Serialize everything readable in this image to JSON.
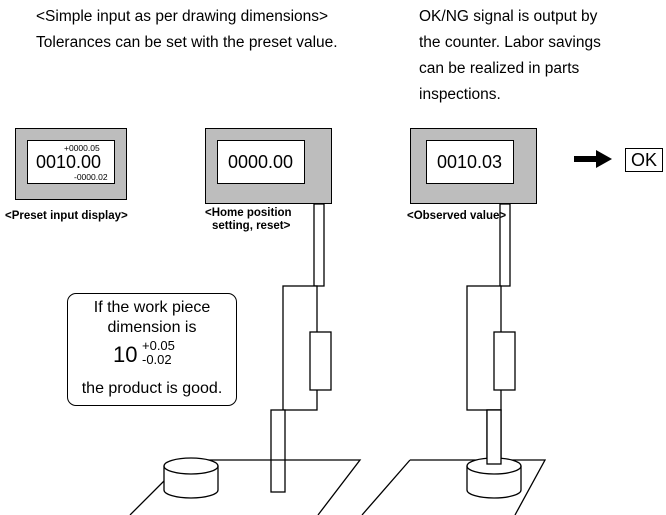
{
  "texts": {
    "intro_line1": "<Simple input as per drawing dimensions>",
    "intro_line2": "Tolerances can be set with the preset value.",
    "okng_line1": "OK/NG signal is output by",
    "okng_line2": "the counter. Labor savings",
    "okng_line3": "can be realized in parts",
    "okng_line4": "inspections."
  },
  "panel1": {
    "upper": "+0000.05",
    "main": "0010.00",
    "lower": "-0000.02",
    "caption": "<Preset input display>"
  },
  "panel2": {
    "main": "0000.00",
    "caption_line1": "<Home position",
    "caption_line2": "setting, reset>"
  },
  "panel3": {
    "main": "0010.03",
    "caption": "<Observed value>"
  },
  "result": {
    "arrow": "arrow-right-icon",
    "signal": "OK"
  },
  "callout": {
    "line1": "If the work piece",
    "line2": "dimension is",
    "nominal": "10",
    "tol_plus": "+0.05",
    "tol_minus": "-0.02",
    "line3": "the product is good."
  }
}
